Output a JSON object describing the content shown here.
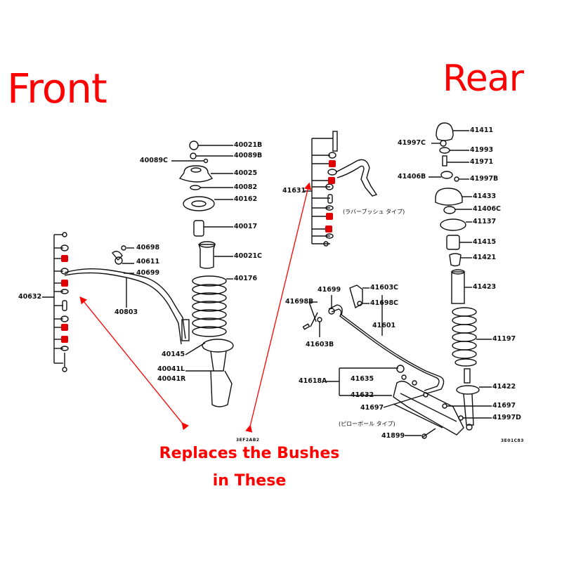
{
  "titles": {
    "front": "Front",
    "rear": "Rear",
    "caption_line1": "Replaces the Bushes",
    "caption_line2": "in These"
  },
  "colors": {
    "annotation": "#ff0000",
    "line_art": "#111111",
    "bush_highlight": "#e00000",
    "background": "#ffffff"
  },
  "front": {
    "diagram_code": "3EF2AB2",
    "parts": {
      "p40021B": "40021B",
      "p40089B": "40089B",
      "p40089C": "40089C",
      "p40025": "40025",
      "p40082": "40082",
      "p40162": "40162",
      "p40017": "40017",
      "p40021C": "40021C",
      "p40176": "40176",
      "p40698": "40698",
      "p40611": "40611",
      "p40699": "40699",
      "p40803": "40803",
      "p40632": "40632",
      "p40145": "40145",
      "p40041L": "40041L",
      "p40041R": "40041R"
    }
  },
  "rear": {
    "diagram_code": "3E01C83",
    "note_rubber_bush": "(ラバーブッシュ タイプ)",
    "note_pillow_ball": "(ピローボール タイプ)",
    "parts": {
      "p41411": "41411",
      "p41997C": "41997C",
      "p41993": "41993",
      "p41971": "41971",
      "p41406B": "41406B",
      "p41997B": "41997B",
      "p41433": "41433",
      "p41406C": "41406C",
      "p41137": "41137",
      "p41415": "41415",
      "p41421": "41421",
      "p41423": "41423",
      "p41197": "41197",
      "p41422": "41422",
      "p41697a": "41697",
      "p41997D": "41997D",
      "p41631": "41631",
      "p41699": "41699",
      "p41698B": "41698B",
      "p41603B": "41603B",
      "p41603C": "41603C",
      "p41698C": "41698C",
      "p41601": "41601",
      "p41618A": "41618A",
      "p41635": "41635",
      "p41632": "41632",
      "p41697b": "41697",
      "p41899": "41899"
    }
  }
}
